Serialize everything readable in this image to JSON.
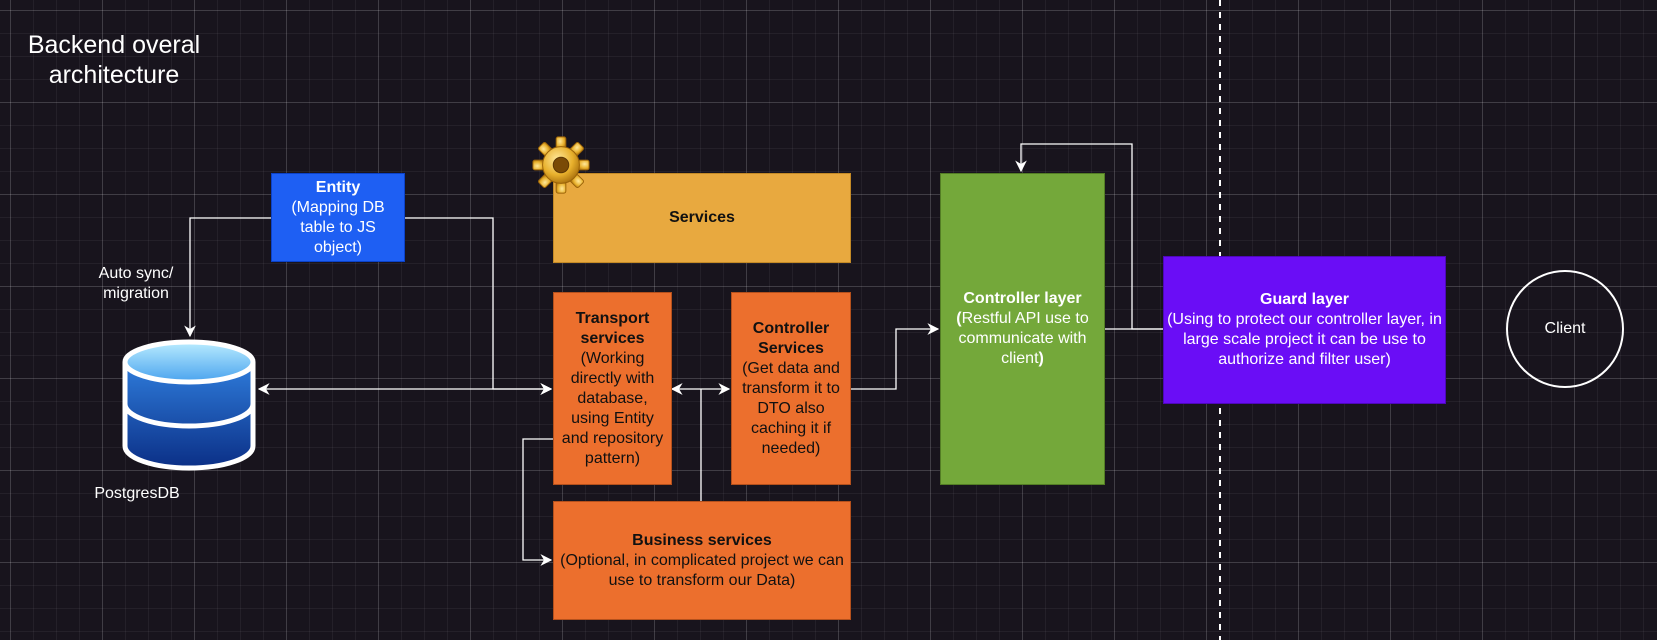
{
  "title": "Backend overal architecture",
  "entity": {
    "title": "Entity",
    "desc": "(Mapping DB table to JS object)"
  },
  "auto_sync_label": "Auto sync/ migration",
  "database": {
    "label": "PostgresDB"
  },
  "services": {
    "title": "Services"
  },
  "transport_services": {
    "title": "Transport services",
    "desc": "(Working directly with database, using Entity and repository pattern)"
  },
  "controller_services": {
    "title": "Controller Services",
    "desc": "(Get data and transform it to DTO also caching it if needed)"
  },
  "business_services": {
    "title": "Business services",
    "desc": "(Optional, in complicated project we can use to transform our Data)"
  },
  "controller_layer": {
    "title": "Controller layer",
    "desc_bold_open": "(",
    "desc": "Restful API use to communicate with client",
    "desc_bold_close": ")"
  },
  "guard_layer": {
    "title": "Guard layer",
    "desc": "(Using to protect our controller layer, in large scale project it can be use to authorize and filter user)"
  },
  "client": {
    "label": "Client"
  },
  "colors": {
    "entity": "#1e5ff3",
    "services": "#e8a93f",
    "orange_services": "#ec6f2d",
    "controller_layer": "#74a83a",
    "guard_layer": "#6a0df6",
    "connector": "#ffffff"
  },
  "icons": {
    "services_badge": "gear-icon",
    "database": "database-cylinder-icon"
  }
}
